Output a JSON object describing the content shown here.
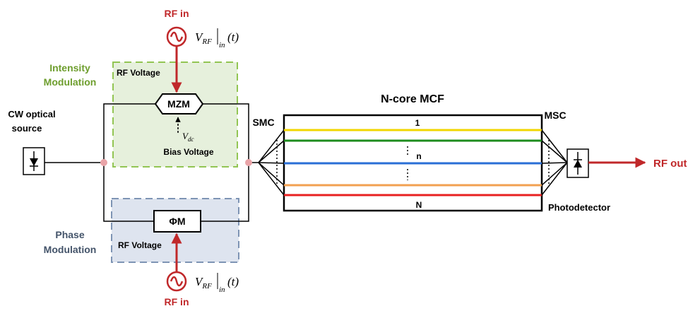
{
  "top_source": {
    "label": "RF in",
    "signal": {
      "main": "V",
      "sub": "RF",
      "inner": "in",
      "arg": "(t)"
    }
  },
  "bottom_source": {
    "label": "RF in",
    "signal": {
      "main": "V",
      "sub": "RF",
      "inner": "in",
      "arg": "(t)"
    }
  },
  "intensity_modulation": {
    "title_line1": "Intensity",
    "title_line2": "Modulation",
    "rf_voltage": "RF Voltage",
    "modulator": "MZM",
    "bias_symbol_main": "V",
    "bias_symbol_sub": "dc",
    "bias_label": "Bias Voltage"
  },
  "phase_modulation": {
    "title_line1": "Phase",
    "title_line2": "Modulation",
    "rf_voltage": "RF Voltage",
    "modulator": "ΦM"
  },
  "source": {
    "line1": "CW optical",
    "line2": "source"
  },
  "fiber": {
    "title": "N-core MCF",
    "core_labels": [
      "1",
      "n",
      "N"
    ],
    "core_colors": [
      "#f2d600",
      "#1e8c1e",
      "#2a6fd6",
      "#f2a050",
      "#e82020"
    ]
  },
  "smc_label": "SMC",
  "msc_label": "MSC",
  "photodetector_label": "Photodetector",
  "output_label": "RF out",
  "colors": {
    "rf_red": "#c0282a",
    "intensity_green": "#6e9e2e",
    "intensity_fill": "#e6f0dc",
    "intensity_border": "#92c553",
    "phase_blue": "#44546a",
    "phase_fill": "#dee4ef",
    "phase_border": "#7e94b4",
    "node_pink": "#e9a4a8"
  }
}
